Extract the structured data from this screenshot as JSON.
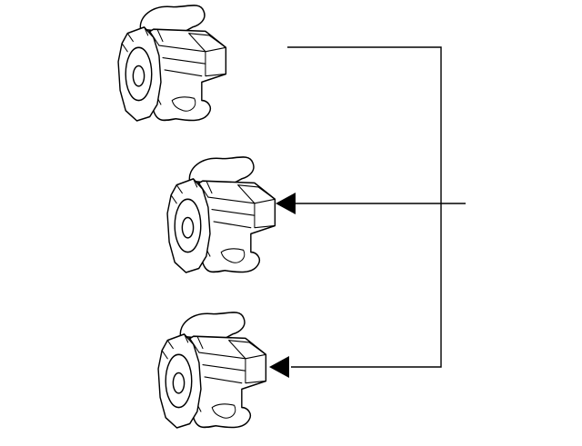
{
  "diagram": {
    "parts": [
      {
        "name": "clip-top"
      },
      {
        "name": "clip-middle"
      },
      {
        "name": "clip-bottom"
      }
    ],
    "callout": {
      "label": "",
      "colors": {
        "line": "#000000",
        "background": "#ffffff"
      }
    }
  }
}
